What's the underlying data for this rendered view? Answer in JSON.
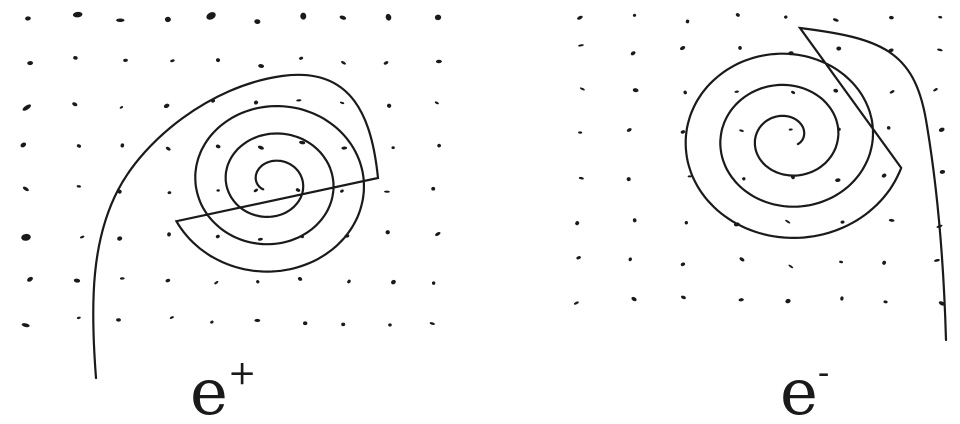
{
  "panels": [
    {
      "label": "e",
      "superscript": "+",
      "spiral_direction": "counterclockwise-inward",
      "ink": "#1a1a1a"
    },
    {
      "label": "e",
      "superscript": "-",
      "spiral_direction": "clockwise-inward",
      "ink": "#1a1a1a"
    }
  ],
  "background": "#ffffff"
}
